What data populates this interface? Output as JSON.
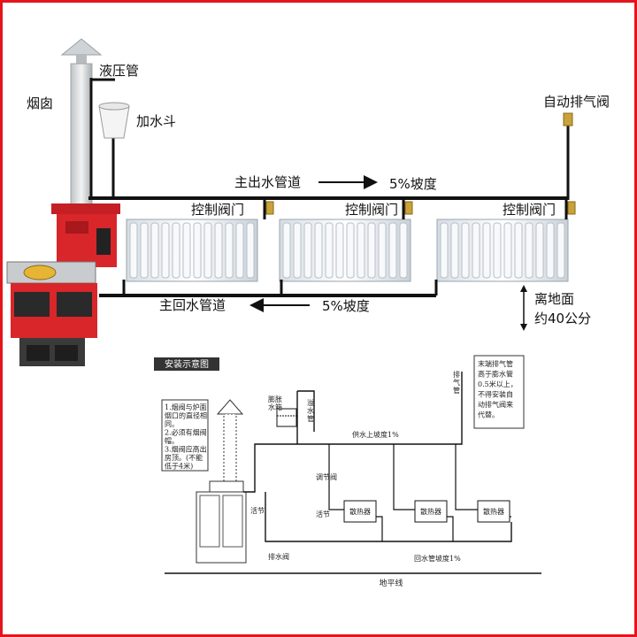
{
  "top": {
    "chimney": "烟囱",
    "hydraulic_pipe": "液压管",
    "water_funnel": "加水斗",
    "auto_vent": "自动排气阀",
    "main_supply": "主出水管道",
    "supply_slope": "5%坡度",
    "main_return": "主回水管道",
    "return_slope": "5%坡度",
    "control_valve": "控制阀门",
    "height_line1": "离地面",
    "height_line2": "约40公分"
  },
  "bottom": {
    "title": "安装示意图",
    "note_left": [
      "1.烟阀与炉面",
      "烟口的直径相",
      "同。",
      "2.必须有烟阀",
      "帽。",
      "3.烟阀应高出",
      "房顶。(不能",
      "低于4米)"
    ],
    "note_right": [
      "末端排气管",
      "高于膨水管",
      "0.5米以上，",
      "不得安装自",
      "动排气阀来",
      "代替。"
    ],
    "expansion_tank": [
      "膨胀",
      "水箱"
    ],
    "overflow_pipe": [
      "溢",
      "水",
      "管"
    ],
    "vent_pipe": [
      "排",
      "气",
      "管"
    ],
    "supply_label": "供水上坡度1%",
    "return_label": "回水管坡度1%",
    "adjust_valve": "调节阀",
    "live_joint_a": "活节",
    "live_joint_b": "活节",
    "drain_valve": "排水阀",
    "radiator": "散热器",
    "ground": "地平线"
  },
  "colors": {
    "frame": "#e4141b",
    "stove": "#d8262a",
    "pipe": "#1a1a1a",
    "valve": "#c8a23a"
  }
}
